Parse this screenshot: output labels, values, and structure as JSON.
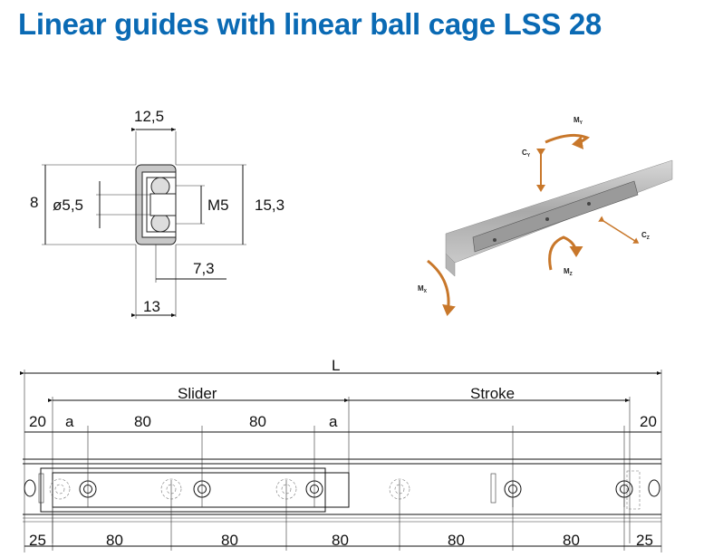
{
  "title": "Linear guides with linear ball cage LSS 28",
  "section_view": {
    "width": "12,5",
    "height": "8",
    "bore": "ø5,5",
    "thread": "M5",
    "total_height": "15,3",
    "offset": "7,3",
    "base": "13"
  },
  "load_diagram": {
    "my": "M",
    "my_sub": "Y",
    "cy": "C",
    "cy_sub": "Y",
    "cz": "C",
    "cz_sub": "Z",
    "mz": "M",
    "mz_sub": "Z",
    "mx": "M",
    "mx_sub": "X",
    "arrow_color": "#c8772a"
  },
  "length_view": {
    "length": "L",
    "slider": "Slider",
    "stroke": "Stroke",
    "top_dims": [
      "20",
      "a",
      "80",
      "80",
      "a",
      "20"
    ],
    "bottom_dims": [
      "25",
      "80",
      "80",
      "80",
      "80",
      "80",
      "25"
    ]
  }
}
